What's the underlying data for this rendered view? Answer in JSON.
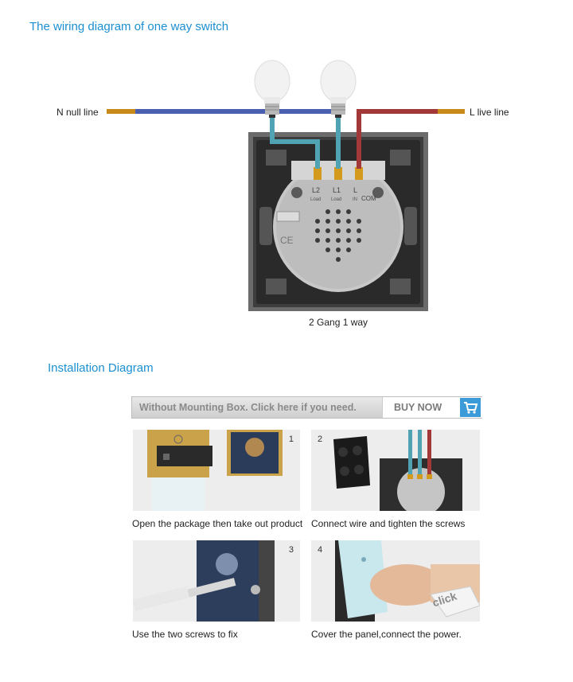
{
  "wiring": {
    "title": "The wiring diagram of one way switch",
    "null_line": "N null line",
    "live_line": "L live line",
    "switch_caption": "2 Gang 1 way",
    "terminal_labels": [
      "L2",
      "L1",
      "L",
      "COM"
    ],
    "terminal_sub": [
      "Load",
      "Load",
      "IN"
    ],
    "ce_mark": "CE"
  },
  "installation": {
    "title": "Installation Diagram",
    "banner_text": "Without Mounting Box. Click here if you need.",
    "buy_now": "BUY NOW",
    "steps": [
      {
        "num": "1",
        "caption": "Open the package then take out product"
      },
      {
        "num": "2",
        "caption": "Connect wire and tighten the screws"
      },
      {
        "num": "3",
        "caption": "Use the two screws to fix"
      },
      {
        "num": "4",
        "caption": "Cover the panel,connect the power."
      }
    ],
    "click_text": "click"
  },
  "colors": {
    "accent": "#1b8fd0",
    "neutral_wire": "#4a5fb0",
    "live_wire": "#a33838",
    "load_wire": "#4fa3b3"
  }
}
